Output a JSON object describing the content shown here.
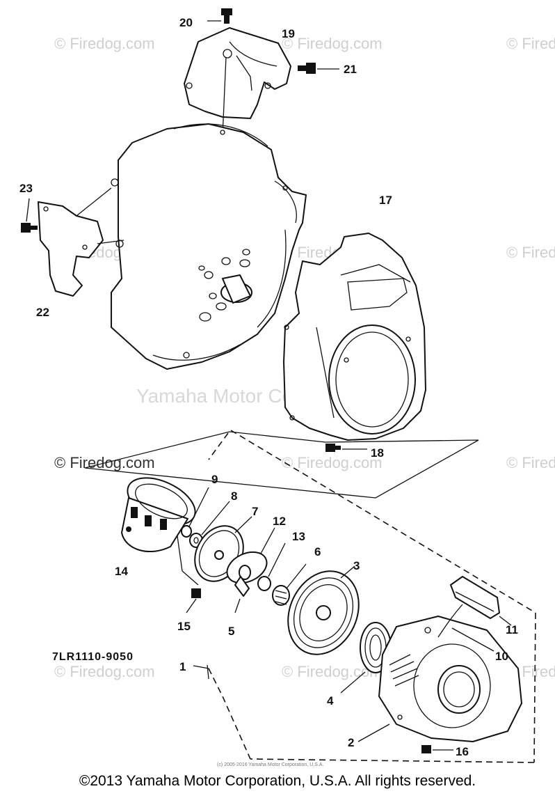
{
  "watermark_text": "© Firedog.com",
  "center_watermark": "Yamaha Motor Corp. U.S.A.",
  "callouts": [
    "1",
    "2",
    "3",
    "4",
    "5",
    "6",
    "7",
    "8",
    "9",
    "10",
    "11",
    "12",
    "13",
    "14",
    "15",
    "16",
    "17",
    "18",
    "19",
    "20",
    "21",
    "22",
    "23"
  ],
  "diagram_code": "7LR1110-9050",
  "small_copyright": "(c) 2005-2016 Yamaha Motor Corporation, U.S.A.",
  "footer_copyright": "©2013 Yamaha Motor Corporation, U.S.A. All rights reserved."
}
